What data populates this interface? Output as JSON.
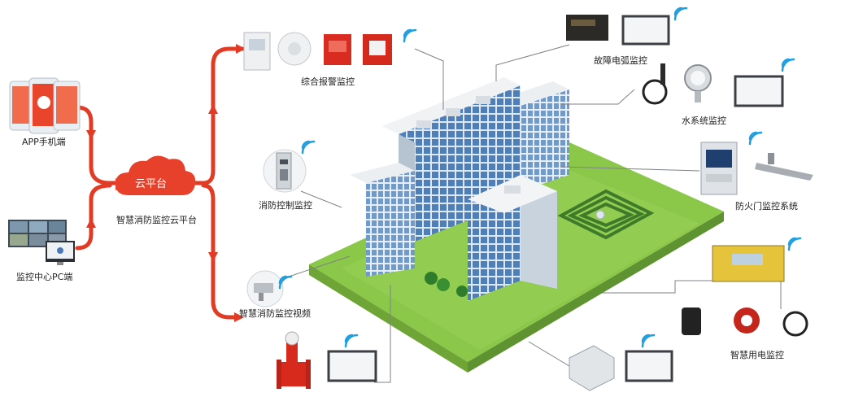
{
  "platform": {
    "cloud_label": "云平台",
    "name": "智慧消防监控云平台"
  },
  "clients": {
    "app": "APP手机端",
    "pc": "监控中心PC端"
  },
  "subsystems": {
    "alarm": "综合报警监控",
    "arc": "故障电弧监控",
    "water": "水系统监控",
    "firedoor": "防火门监控系统",
    "control": "消防控制监控",
    "video": "智慧消防监控视频",
    "electric": "智慧用电监控"
  },
  "colors": {
    "link_red": "#e23b25",
    "cloud_red": "#e8412b",
    "lawn_green": "#8bc84a",
    "building_blue": "#5b8ec9"
  }
}
